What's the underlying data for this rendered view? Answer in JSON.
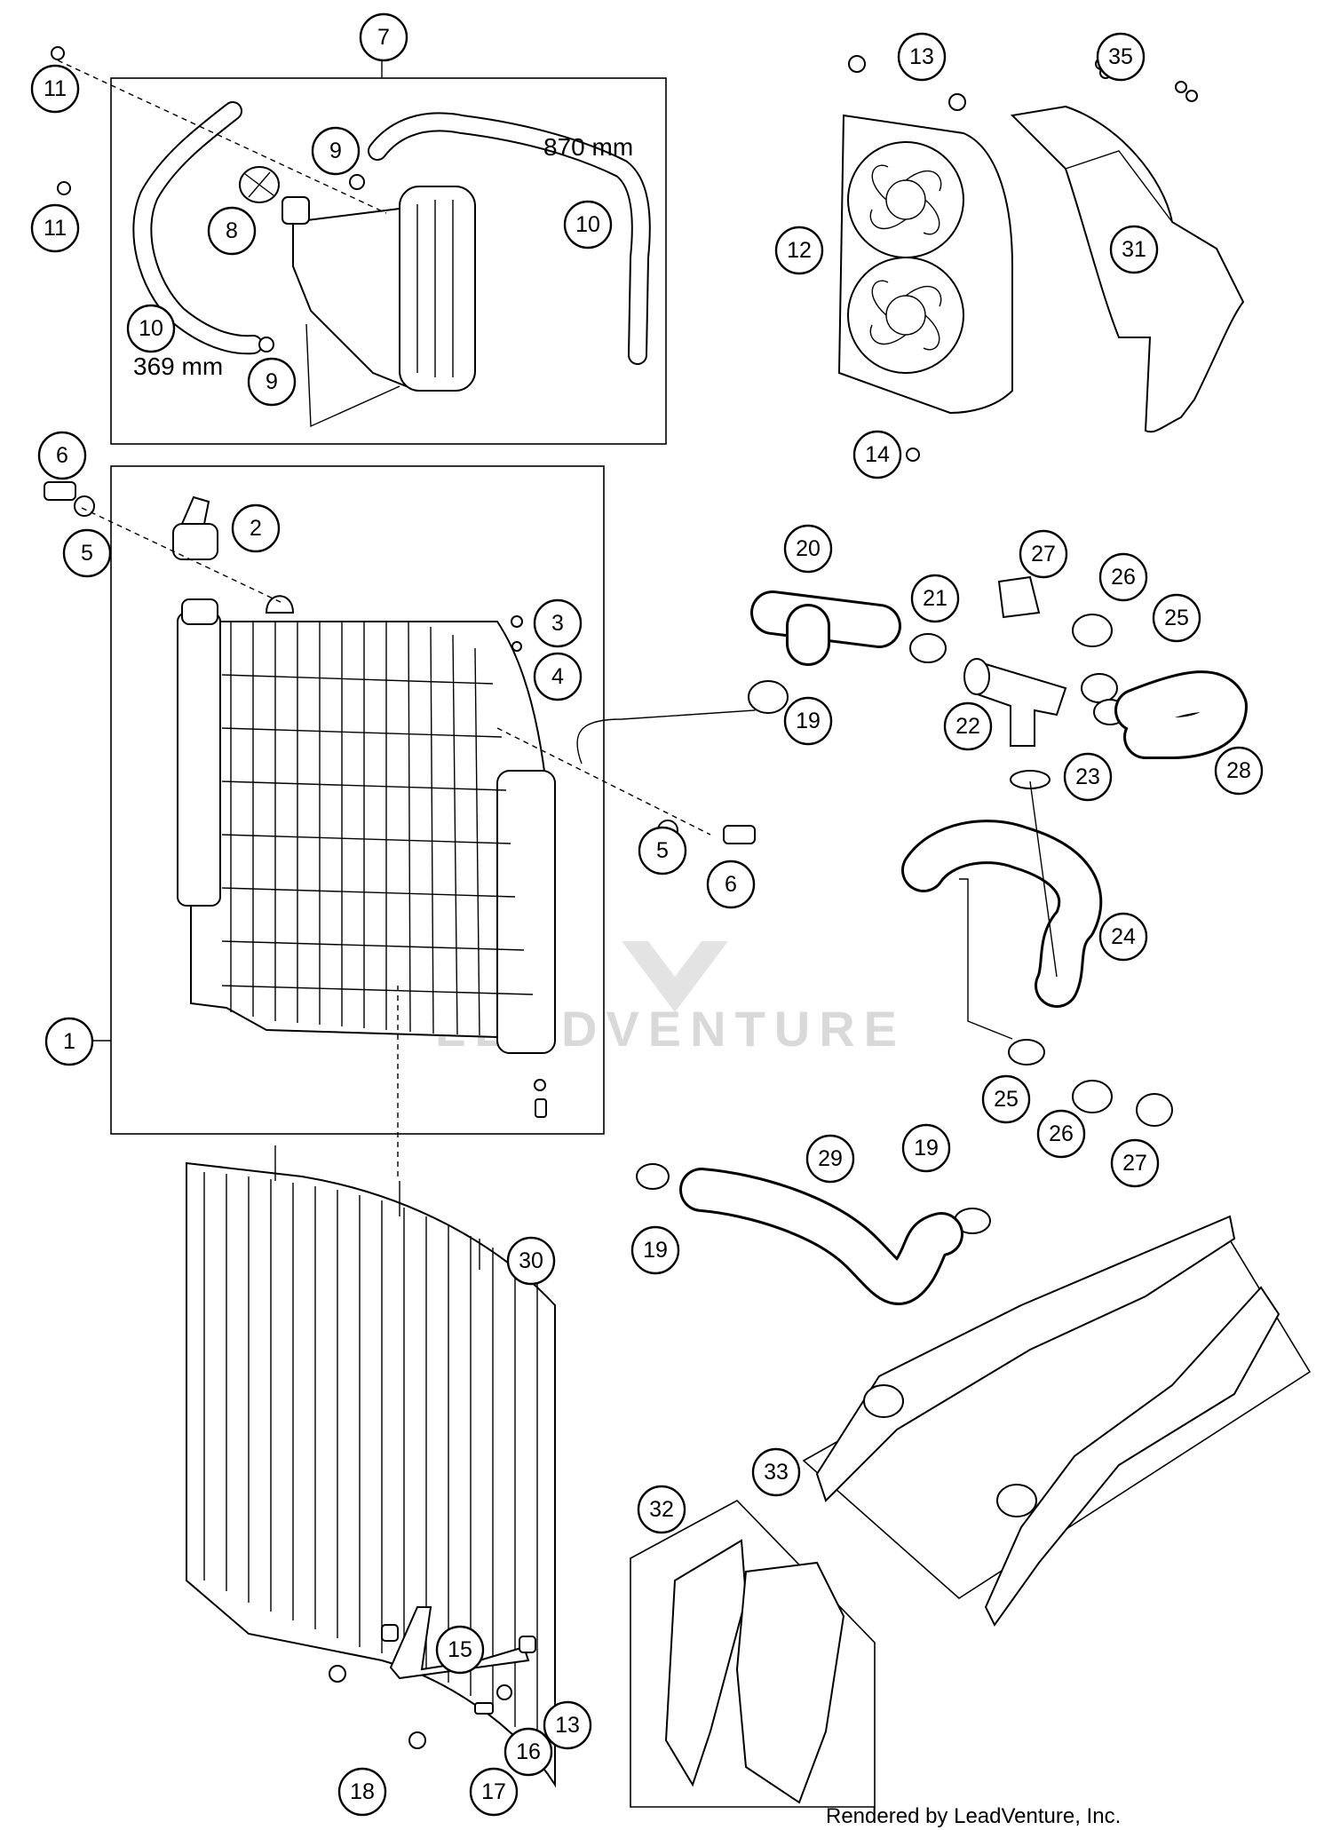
{
  "title": "",
  "dimensions": {
    "hose_long": "870 mm",
    "hose_short": "369 mm"
  },
  "watermark": "LEADVENTURE",
  "credit": "Rendered by LeadVenture, Inc.",
  "callouts": {
    "c1": "1",
    "c2": "2",
    "c3": "3",
    "c4": "4",
    "c5a": "5",
    "c5b": "5",
    "c6a": "6",
    "c6b": "6",
    "c7": "7",
    "c8": "8",
    "c9a": "9",
    "c9b": "9",
    "c10a": "10",
    "c10b": "10",
    "c11a": "11",
    "c11b": "11",
    "c12": "12",
    "c13a": "13",
    "c13b": "13",
    "c14": "14",
    "c15": "15",
    "c16": "16",
    "c17": "17",
    "c18": "18",
    "c19a": "19",
    "c19b": "19",
    "c19c": "19",
    "c20": "20",
    "c21": "21",
    "c22": "22",
    "c23": "23",
    "c24": "24",
    "c25a": "25",
    "c25b": "25",
    "c26a": "26",
    "c26b": "26",
    "c27a": "27",
    "c27b": "27",
    "c28": "28",
    "c29": "29",
    "c30": "30",
    "c31": "31",
    "c32": "32",
    "c33": "33",
    "c35": "35"
  }
}
